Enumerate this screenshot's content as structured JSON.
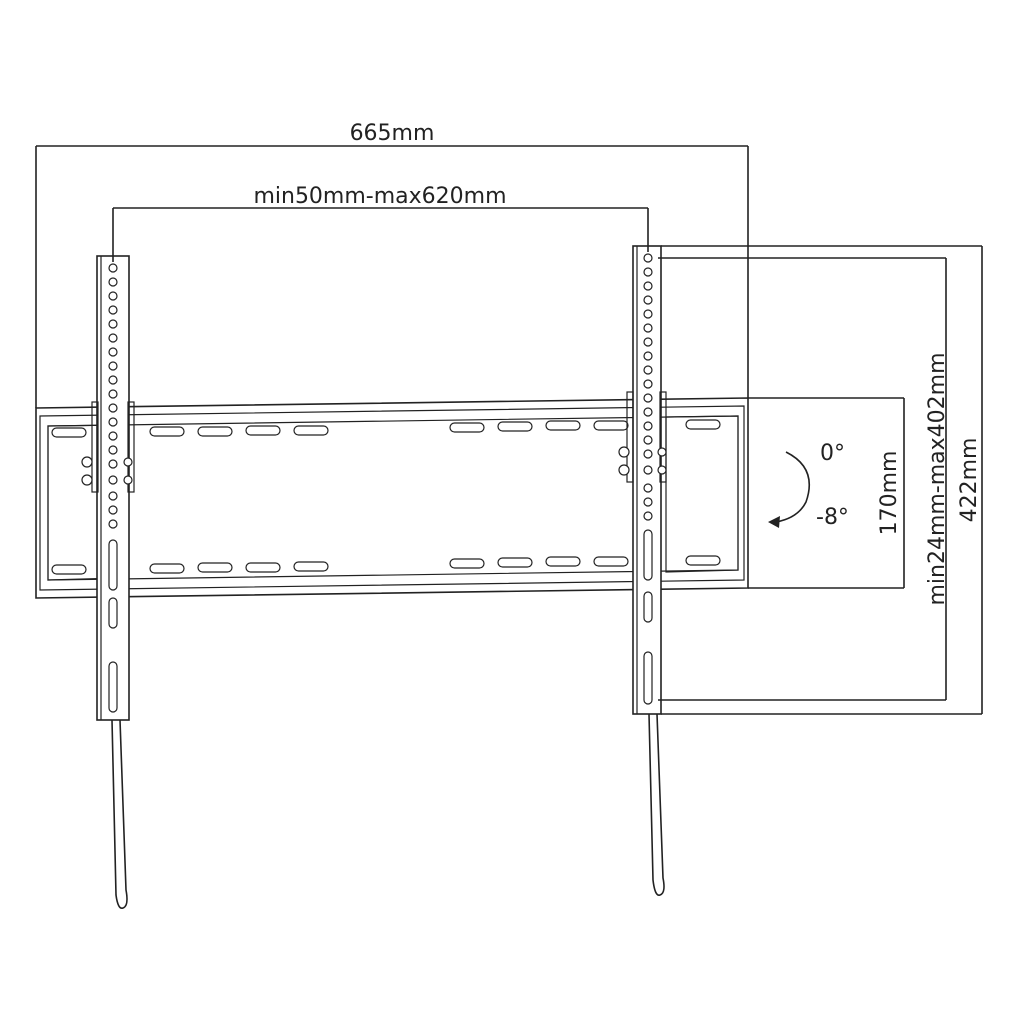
{
  "dimensions": {
    "overall_width": "665mm",
    "vesa_horizontal": "min50mm-max620mm",
    "tilt_range_top": "0°",
    "tilt_range_bottom": "-8°",
    "frame_height": "170mm",
    "vesa_vertical": "min24mm-max402mm",
    "overall_height": "422mm"
  },
  "colors": {
    "line": "#222222",
    "background": "#ffffff"
  }
}
